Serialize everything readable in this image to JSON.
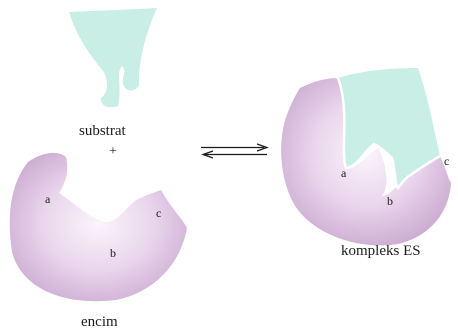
{
  "labels": {
    "substrate": "substrat",
    "plus": "+",
    "enzyme": "encim",
    "complex": "kompleks ES",
    "site_a": "a",
    "site_b": "b",
    "site_c": "c"
  },
  "colors": {
    "enzyme_edge": "#c9a8cf",
    "enzyme_center": "#f9f1f9",
    "substrate_fill": "#c8eee6",
    "arrow": "#1a1a1a",
    "text": "#1c1c1c"
  }
}
